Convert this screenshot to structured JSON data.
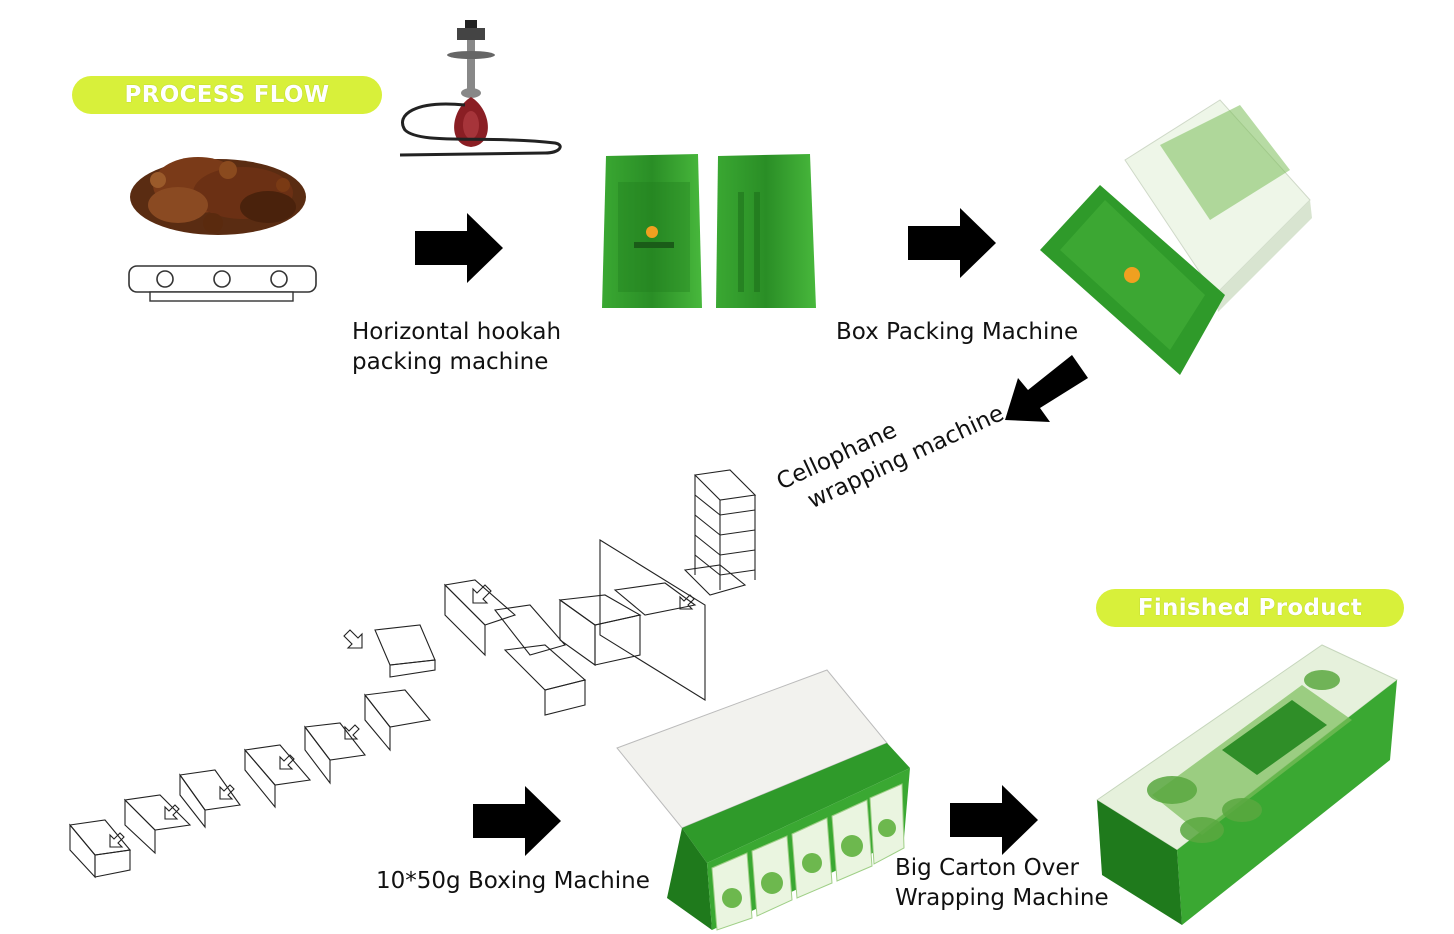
{
  "banners": {
    "process_flow": "PROCESS FLOW",
    "finished_product": "Finished Product"
  },
  "steps": {
    "horizontal_line1": "Horizontal hookah",
    "horizontal_line2": "packing machine",
    "box_packing": "Box Packing Machine",
    "cellophane_line1": "Cellophane",
    "cellophane_line2": "wrapping machine",
    "boxing": "10*50g Boxing Machine",
    "carton_line1": "Big Carton Over",
    "carton_line2": "Wrapping Machine"
  },
  "colors": {
    "banner": "#d8f03a",
    "packet_green": "#2f9a2a",
    "arrow": "#000000"
  }
}
